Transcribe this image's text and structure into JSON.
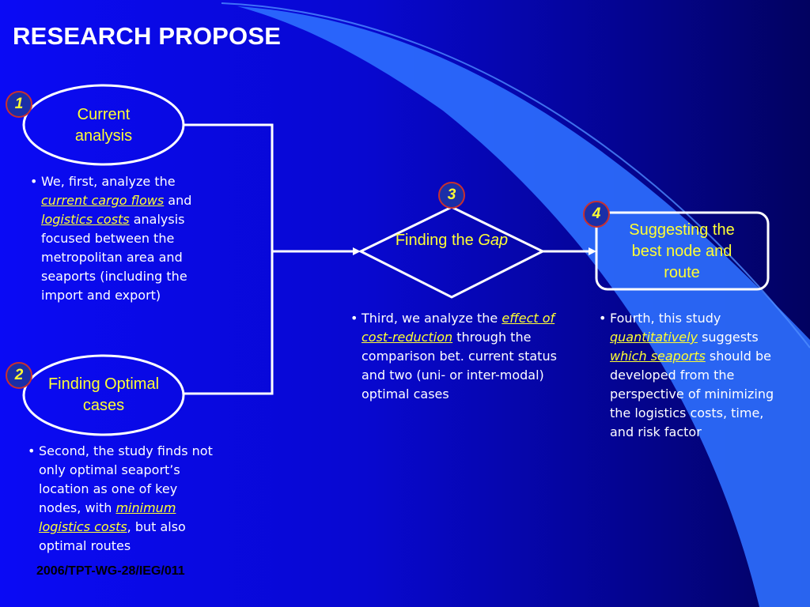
{
  "slide": {
    "title": "RESEARCH PROPOSE",
    "footer": "2006/TPT-WG-28/IEG/011"
  },
  "colors": {
    "label_yellow": "#ffff33",
    "badge_border": "#c83030",
    "background": "#0808d0"
  },
  "nodes": {
    "n1": {
      "badge": "1",
      "label_line1": "Current",
      "label_line2": "analysis"
    },
    "n2": {
      "badge": "2",
      "label_line1": "Finding Optimal",
      "label_line2": "cases"
    },
    "n3": {
      "badge": "3",
      "label_plain": "Finding the ",
      "label_italic": "Gap"
    },
    "n4": {
      "badge": "4",
      "label_line1": "Suggesting the",
      "label_line2": "best node and",
      "label_line3": "route"
    }
  },
  "texts": {
    "t1": {
      "p1": "We, first, analyze the ",
      "h1": "current cargo flows",
      "p2": " and ",
      "h2": "logistics costs",
      "p3": " analysis focused between the metropolitan area and seaports (including the import and export)"
    },
    "t2": {
      "p1": "Second, the study finds not only optimal seaport’s location as one of key nodes, with ",
      "h1": "minimum logistics costs",
      "p2": ", but also optimal routes"
    },
    "t3": {
      "p1": "Third, we analyze the ",
      "h1": "effect of cost-reduction",
      "p2": " through the comparison bet. current status and two (uni- or inter-modal) optimal cases"
    },
    "t4": {
      "p1": "Fourth, this study ",
      "h1": "quantitatively",
      "p2": " suggests ",
      "h2": "which seaports",
      "p3": " should be developed from the perspective of minimizing the logistics costs, time, and risk factor"
    }
  }
}
